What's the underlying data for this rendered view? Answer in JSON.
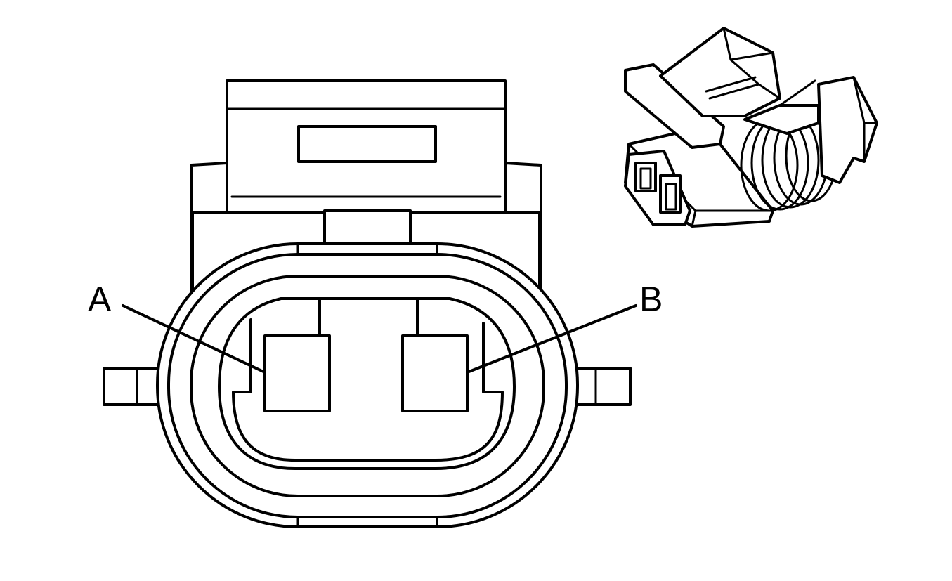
{
  "diagram": {
    "pins": [
      {
        "id": "A",
        "label": "A"
      },
      {
        "id": "B",
        "label": "B"
      }
    ],
    "colors": {
      "stroke": "#000000",
      "background": "#ffffff"
    }
  }
}
